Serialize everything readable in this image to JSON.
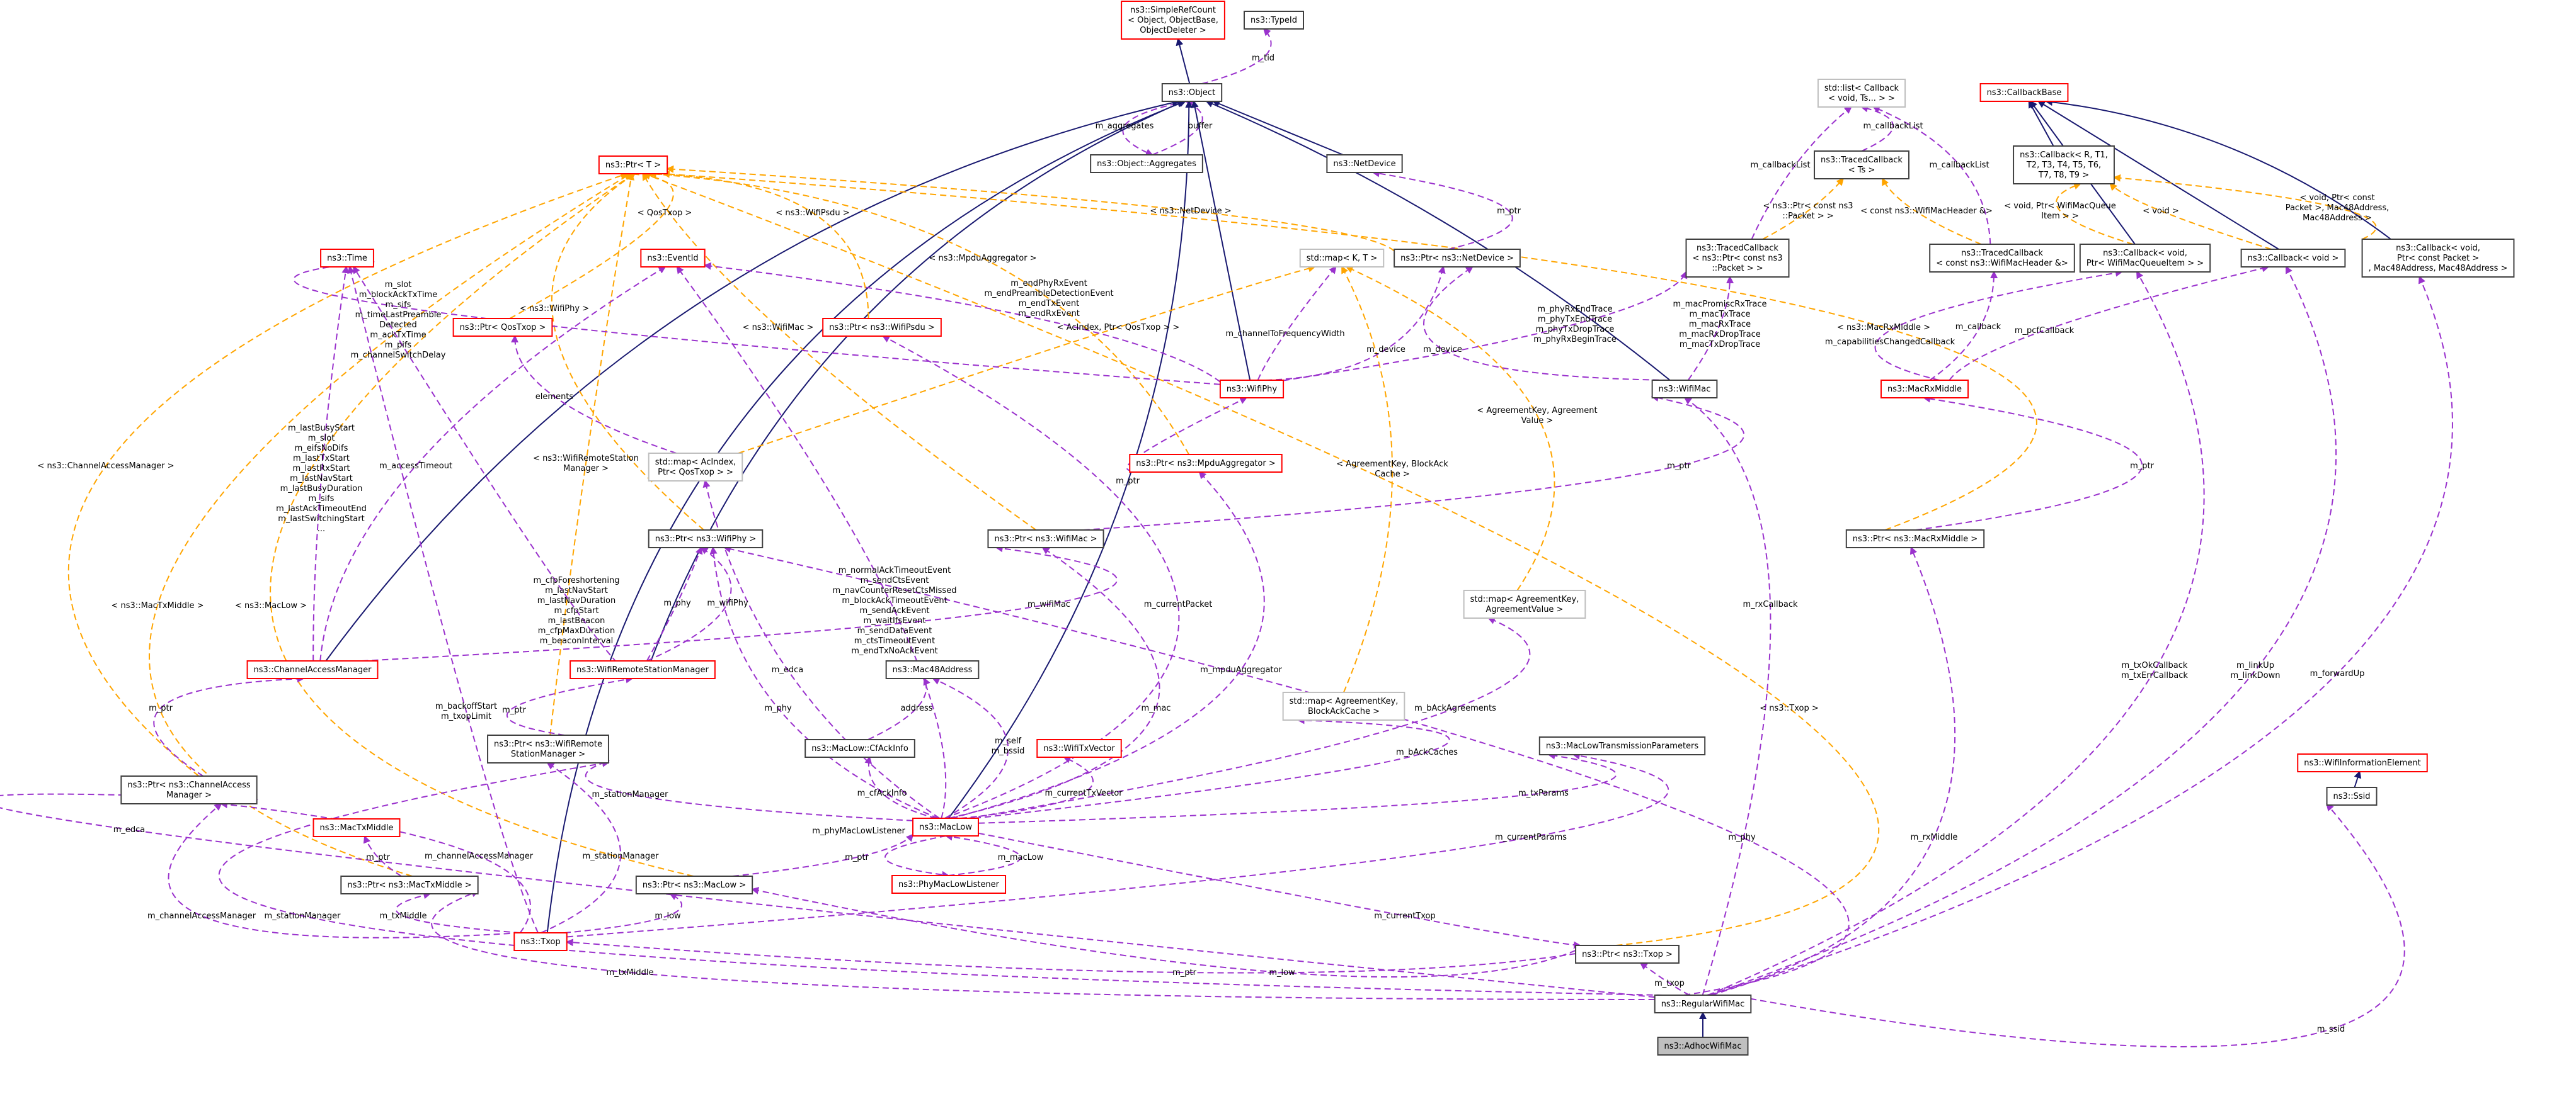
{
  "title": "ns3::AdhocWifiMac collaboration graph",
  "colors": {
    "inheritance": "#191970",
    "usage": "#9a32cd",
    "template": "#ffa500",
    "undocumented_border": "#ff0000",
    "external_border": "#bfbfbf",
    "focus_fill": "#bfbfbf"
  },
  "nodes": {
    "simplerefcount": {
      "lines": [
        "ns3::SimpleRefCount",
        "< Object, ObjectBase,",
        "ObjectDeleter >"
      ],
      "style": "red"
    },
    "typeid": {
      "lines": [
        "ns3::TypeId"
      ],
      "style": "black"
    },
    "object": {
      "lines": [
        "ns3::Object"
      ],
      "style": "black"
    },
    "aggregates": {
      "lines": [
        "ns3::Object::Aggregates"
      ],
      "style": "black"
    },
    "netdevice": {
      "lines": [
        "ns3::NetDevice"
      ],
      "style": "black"
    },
    "stdlist": {
      "lines": [
        "std::list< Callback",
        "< void, Ts... > >"
      ],
      "style": "gray"
    },
    "tracedcb_ts": {
      "lines": [
        "ns3::TracedCallback",
        "< Ts >"
      ],
      "style": "black"
    },
    "callbackbase": {
      "lines": [
        "ns3::CallbackBase"
      ],
      "style": "red"
    },
    "callback_rt": {
      "lines": [
        "ns3::Callback< R, T1,",
        "T2, T3, T4, T5, T6,",
        "T7, T8, T9 >"
      ],
      "style": "black"
    },
    "ptr_t": {
      "lines": [
        "ns3::Ptr< T >"
      ],
      "style": "red"
    },
    "time": {
      "lines": [
        "ns3::Time"
      ],
      "style": "red"
    },
    "eventid": {
      "lines": [
        "ns3::EventId"
      ],
      "style": "red"
    },
    "stdmap_kt": {
      "lines": [
        "std::map< K, T >"
      ],
      "style": "gray"
    },
    "ptr_netdevice": {
      "lines": [
        "ns3::Ptr< ns3::NetDevice >"
      ],
      "style": "black"
    },
    "tracedcb_packet": {
      "lines": [
        "ns3::TracedCallback",
        "< ns3::Ptr< const ns3",
        "::Packet > >"
      ],
      "style": "black"
    },
    "tracedcb_header": {
      "lines": [
        "ns3::TracedCallback",
        "< const ns3::WifiMacHeader &>"
      ],
      "style": "black"
    },
    "callback_queueitem": {
      "lines": [
        "ns3::Callback< void,",
        "Ptr< WifiMacQueueItem > >"
      ],
      "style": "black"
    },
    "callback_void": {
      "lines": [
        "ns3::Callback< void >"
      ],
      "style": "black"
    },
    "callback_fwd": {
      "lines": [
        "ns3::Callback< void,",
        "Ptr< const Packet >",
        ", Mac48Address, Mac48Address >"
      ],
      "style": "black"
    },
    "ptr_qostxop": {
      "lines": [
        "ns3::Ptr< QosTxop >"
      ],
      "style": "red"
    },
    "ptr_wifipsdu": {
      "lines": [
        "ns3::Ptr< ns3::WifiPsdu >"
      ],
      "style": "red"
    },
    "wifiphy": {
      "lines": [
        "ns3::WifiPhy"
      ],
      "style": "red"
    },
    "wifimac": {
      "lines": [
        "ns3::WifiMac"
      ],
      "style": "black"
    },
    "macrxmiddle": {
      "lines": [
        "ns3::MacRxMiddle"
      ],
      "style": "red"
    },
    "stdmap_acindex": {
      "lines": [
        "std::map< AcIndex,",
        "Ptr< QosTxop > >"
      ],
      "style": "gray"
    },
    "ptr_mpduagg": {
      "lines": [
        "ns3::Ptr< ns3::MpduAggregator >"
      ],
      "style": "red"
    },
    "ptr_wifiphy": {
      "lines": [
        "ns3::Ptr< ns3::WifiPhy >"
      ],
      "style": "black"
    },
    "ptr_wifimac": {
      "lines": [
        "ns3::Ptr< ns3::WifiMac >"
      ],
      "style": "black"
    },
    "ptr_macrxmiddle": {
      "lines": [
        "ns3::Ptr< ns3::MacRxMiddle >"
      ],
      "style": "black"
    },
    "stdmap_agreement": {
      "lines": [
        "std::map< AgreementKey,",
        "AgreementValue >"
      ],
      "style": "gray"
    },
    "channelaccessmgr": {
      "lines": [
        "ns3::ChannelAccessManager"
      ],
      "style": "red"
    },
    "wifiremotestationmgr": {
      "lines": [
        "ns3::WifiRemoteStationManager"
      ],
      "style": "red"
    },
    "mac48address": {
      "lines": [
        "ns3::Mac48Address"
      ],
      "style": "black"
    },
    "stdmap_blockack": {
      "lines": [
        "std::map< AgreementKey,",
        "BlockAckCache >"
      ],
      "style": "gray"
    },
    "maclow_cfackinfo": {
      "lines": [
        "ns3::MacLow::CfAckInfo"
      ],
      "style": "black"
    },
    "wifitxvector": {
      "lines": [
        "ns3::WifiTxVector"
      ],
      "style": "red"
    },
    "maclowtxparams": {
      "lines": [
        "ns3::MacLowTransmissionParameters"
      ],
      "style": "black"
    },
    "ptr_wifiremotestationmgr": {
      "lines": [
        "ns3::Ptr< ns3::WifiRemote",
        "StationManager >"
      ],
      "style": "black"
    },
    "ptr_channelaccessmgr": {
      "lines": [
        "ns3::Ptr< ns3::ChannelAccess",
        "Manager >"
      ],
      "style": "black"
    },
    "maclow": {
      "lines": [
        "ns3::MacLow"
      ],
      "style": "red"
    },
    "mactxmiddle": {
      "lines": [
        "ns3::MacTxMiddle"
      ],
      "style": "red"
    },
    "ptr_mactxmiddle": {
      "lines": [
        "ns3::Ptr< ns3::MacTxMiddle >"
      ],
      "style": "black"
    },
    "ptr_maclow": {
      "lines": [
        "ns3::Ptr< ns3::MacLow >"
      ],
      "style": "black"
    },
    "phymaclowlistener": {
      "lines": [
        "ns3::PhyMacLowListener"
      ],
      "style": "red"
    },
    "txop": {
      "lines": [
        "ns3::Txop"
      ],
      "style": "red"
    },
    "ptr_txop": {
      "lines": [
        "ns3::Ptr< ns3::Txop >"
      ],
      "style": "black"
    },
    "wifiinfoelement": {
      "lines": [
        "ns3::WifiInformationElement"
      ],
      "style": "red"
    },
    "ssid": {
      "lines": [
        "ns3::Ssid"
      ],
      "style": "black"
    },
    "regularwifimac": {
      "lines": [
        "ns3::RegularWifiMac"
      ],
      "style": "black"
    },
    "adhocwifimac": {
      "lines": [
        "ns3::AdhocWifiMac"
      ],
      "style": "focus"
    }
  },
  "edge_labels": {
    "m_tid": [
      "m_tid"
    ],
    "m_aggregates": [
      "m_aggregates"
    ],
    "buffer": [
      "buffer"
    ],
    "callbacklist1": [
      "m_callbackList"
    ],
    "callbacklist2": [
      "m_callbackList"
    ],
    "callbacklist3": [
      "m_callbackList"
    ],
    "tmpl_packet": [
      "< ns3::Ptr< const ns3",
      "::Packet > >"
    ],
    "tmpl_header": [
      "< const ns3::WifiMacHeader &>"
    ],
    "tmpl_queueitem": [
      "< void, Ptr< WifiMacQueue",
      "Item > >"
    ],
    "tmpl_void": [
      "< void >"
    ],
    "tmpl_fwd": [
      "< void, Ptr< const",
      "Packet >, Mac48Address,",
      "Mac48Address >"
    ],
    "tmpl_qostxop": [
      "< QosTxop >"
    ],
    "tmpl_wifipsdu": [
      "< ns3::WifiPsdu >"
    ],
    "tmpl_netdevice": [
      "< ns3::NetDevice >"
    ],
    "tmpl_mpduagg": [
      "< ns3::MpduAggregator >"
    ],
    "tmpl_wifiphy": [
      "< ns3::WifiPhy >"
    ],
    "tmpl_wifimac": [
      "< ns3::WifiMac >"
    ],
    "tmpl_acindex": [
      "< AcIndex, Ptr< QosTxop > >"
    ],
    "tmpl_agreementvalue": [
      "< AgreementKey, Agreement",
      "Value >"
    ],
    "tmpl_blockack": [
      "< AgreementKey, BlockAck",
      "Cache >"
    ],
    "tmpl_channelaccess": [
      "< ns3::ChannelAccessManager >"
    ],
    "tmpl_remotestation": [
      "< ns3::WifiRemoteStation",
      "Manager >"
    ],
    "tmpl_mactxmiddle": [
      "< ns3::MacTxMiddle >"
    ],
    "tmpl_maclow": [
      "< ns3::MacLow >"
    ],
    "tmpl_macrxmiddle": [
      "< ns3::MacRxMiddle >"
    ],
    "tmpl_txop": [
      "< ns3::Txop >"
    ],
    "wifiphy_time": [
      "m_slot",
      "m_blockAckTxTime",
      "m_sifs",
      "m_timeLastPreamble",
      "Detected",
      "m_ackTxTime",
      "m_pifs",
      "m_channelSwitchDelay"
    ],
    "wifiphy_events": [
      "m_endPhyRxEvent",
      "m_endPreambleDetectionEvent",
      "m_endTxEvent",
      "m_endRxEvent"
    ],
    "channel_freq": [
      "m_channelToFrequencyWidth"
    ],
    "m_device1": [
      "m_device"
    ],
    "m_device2": [
      "m_device"
    ],
    "m_ptr_netdevice": [
      "m_ptr"
    ],
    "phy_traces": [
      "m_phyRxEndTrace",
      "m_phyTxEndTrace",
      "m_phyTxDropTrace",
      "m_phyRxBeginTrace"
    ],
    "mac_traces": [
      "m_macPromiscRxTrace",
      "m_macTxTrace",
      "m_macRxTrace",
      "m_macRxDropTrace",
      "m_macTxDropTrace"
    ],
    "cam_time": [
      "m_lastBusyStart",
      "m_slot",
      "m_eifsNoDifs",
      "m_lastTxStart",
      "m_lastRxStart",
      "m_lastNavStart",
      "m_lastBusyDuration",
      "m_sifs",
      "m_lastAckTimeoutEnd",
      "m_lastSwitchingStart",
      "..."
    ],
    "m_accessTimeout": [
      "m_accessTimeout"
    ],
    "elements": [
      "elements"
    ],
    "rsm_time": [
      "m_cfpForeshortening",
      "m_lastNavStart",
      "m_lastNavDuration",
      "m_cfpStart",
      "m_lastBeacon",
      "m_cfpMaxDuration",
      "m_beaconInterval"
    ],
    "m_phy1": [
      "m_phy"
    ],
    "m_wifiPhy": [
      "m_wifiPhy"
    ],
    "maclow_events": [
      "m_normalAckTimeoutEvent",
      "m_sendCtsEvent",
      "m_navCounterResetCtsMissed",
      "m_blockAckTimeoutEvent",
      "m_sendAckEvent",
      "m_waitIfsEvent",
      "m_sendDataEvent",
      "m_ctsTimeoutEvent",
      "m_endTxNoAckEvent"
    ],
    "m_ptr_mpdu": [
      "m_ptr"
    ],
    "m_wifiMac": [
      "m_wifiMac"
    ],
    "m_currentPacket": [
      "m_currentPacket"
    ],
    "m_ptr_wifimac": [
      "m_ptr"
    ],
    "m_rxCallback": [
      "m_rxCallback"
    ],
    "m_capabilitiesChangedCallback": [
      "m_capabilitiesChangedCallback"
    ],
    "m_callback": [
      "m_callback"
    ],
    "m_pcfCallback": [
      "m_pcfCallback"
    ],
    "m_ptr_macrxmiddle": [
      "m_ptr"
    ],
    "m_edca1": [
      "m_edca"
    ],
    "m_phy2": [
      "m_phy"
    ],
    "m_mpduAggregator": [
      "m_mpduAggregator"
    ],
    "m_bAckAgreements": [
      "m_bAckAgreements"
    ],
    "address": [
      "address"
    ],
    "m_mac": [
      "m_mac"
    ],
    "self_bssid": [
      "m_self",
      "m_bssid"
    ],
    "m_bAckCaches": [
      "m_bAckCaches"
    ],
    "m_ptr_cam": [
      "m_ptr"
    ],
    "backoff": [
      "m_backoffStart",
      "m_txopLimit"
    ],
    "m_ptr_rsm": [
      "m_ptr"
    ],
    "m_cfAckInfo": [
      "m_cfAckInfo"
    ],
    "m_currentTxVector": [
      "m_currentTxVector"
    ],
    "m_txParams": [
      "m_txParams"
    ],
    "m_currentParams": [
      "m_currentParams"
    ],
    "m_stationManager1": [
      "m_stationManager"
    ],
    "m_stationManager2": [
      "m_stationManager"
    ],
    "m_stationManager3": [
      "m_stationManager"
    ],
    "m_edca2": [
      "m_edca"
    ],
    "m_channelAccessManager1": [
      "m_channelAccessManager"
    ],
    "m_channelAccessManager2": [
      "m_channelAccessManager"
    ],
    "m_ptr_mactx": [
      "m_ptr"
    ],
    "m_txMiddle1": [
      "m_txMiddle"
    ],
    "m_txMiddle2": [
      "m_txMiddle"
    ],
    "m_low1": [
      "m_low"
    ],
    "m_low2": [
      "m_low"
    ],
    "m_ptr_maclow": [
      "m_ptr"
    ],
    "m_ptr_txop": [
      "m_ptr"
    ],
    "m_phyMacLowListener": [
      "m_phyMacLowListener"
    ],
    "m_macLow": [
      "m_macLow"
    ],
    "m_currentTxop": [
      "m_currentTxop"
    ],
    "m_phy3": [
      "m_phy"
    ],
    "m_rxMiddle": [
      "m_rxMiddle"
    ],
    "m_txop": [
      "m_txop"
    ],
    "txcallbacks": [
      "m_txOkCallback",
      "m_txErrCallback"
    ],
    "linkupdown": [
      "m_linkUp",
      "m_linkDown"
    ],
    "m_forwardUp": [
      "m_forwardUp"
    ],
    "m_ssid": [
      "m_ssid"
    ]
  }
}
